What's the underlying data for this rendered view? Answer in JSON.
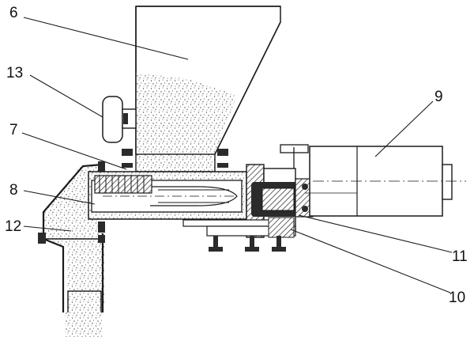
{
  "labels": {
    "l6": "6",
    "l7": "7",
    "l8": "8",
    "l9": "9",
    "l10": "10",
    "l11": "11",
    "l12": "12",
    "l13": "13"
  },
  "colors": {
    "line": "#1a1a1a",
    "granule_fill": "#d9d9d9",
    "dark_fill": "#2b2b2b",
    "background": "#ffffff"
  }
}
